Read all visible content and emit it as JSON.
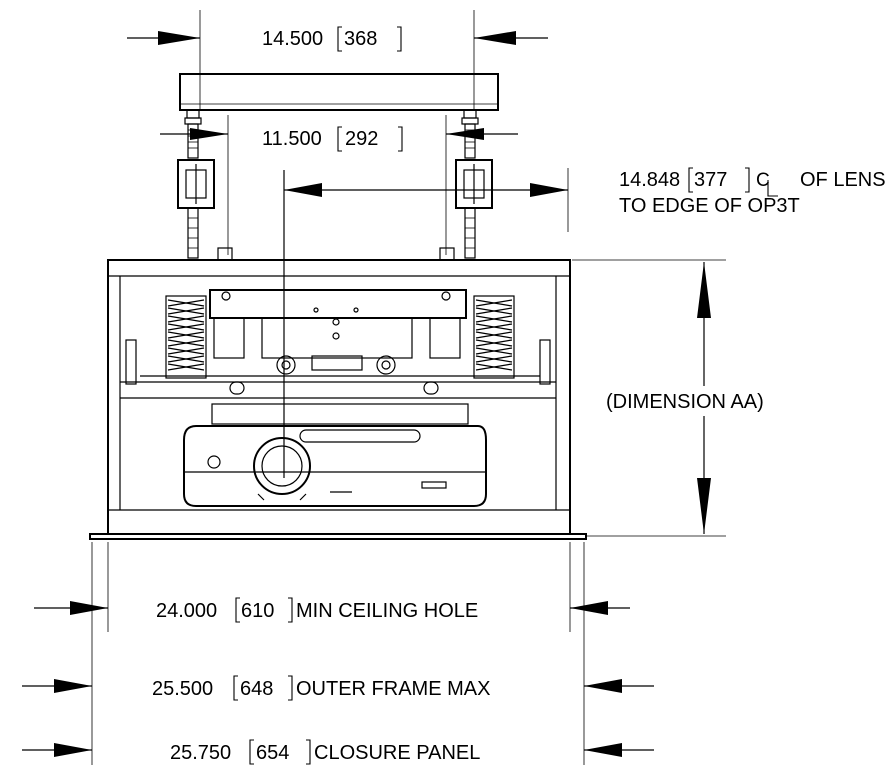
{
  "dimensions": {
    "top_width": {
      "value": "14.500",
      "metric": "368"
    },
    "inner_width": {
      "value": "11.500",
      "metric": "292"
    },
    "lens_offset": {
      "value": "14.848",
      "metric": "377",
      "note_line1": "OF LENS",
      "note_line2": "TO EDGE OF OP3T",
      "centerline_symbol": "CL"
    },
    "height": {
      "label": "(DIMENSION AA)"
    },
    "ceiling_hole": {
      "value": "24.000",
      "metric": "610",
      "label": "MIN CEILING HOLE"
    },
    "outer_frame": {
      "value": "25.500",
      "metric": "648",
      "label": "OUTER FRAME MAX"
    },
    "closure_panel": {
      "value": "25.750",
      "metric": "654",
      "label": "CLOSURE PANEL"
    }
  }
}
